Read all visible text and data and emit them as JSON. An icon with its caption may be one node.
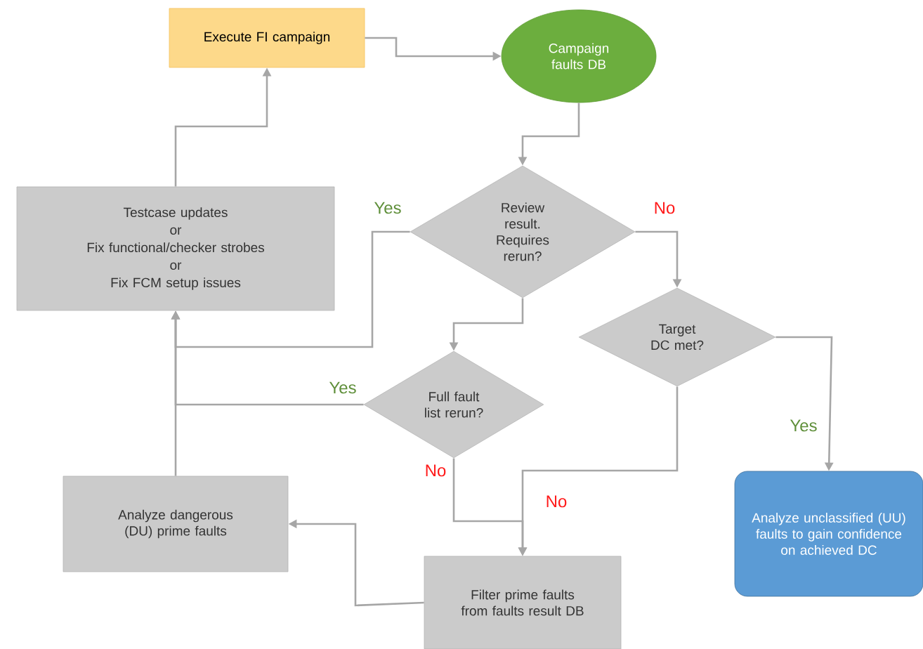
{
  "diagram": {
    "nodes": [
      {
        "text": [
          "Execute FI campaign"
        ]
      },
      {
        "text": [
          "Campaign faults DB"
        ]
      },
      {
        "text": [
          "Testcase updates",
          "or",
          "Fix functional/checker strobes",
          "or",
          "Fix FCM setup issues"
        ]
      },
      {
        "text": [
          "Review result. Requires rerun?"
        ]
      },
      {
        "text": [
          "Target DC met?"
        ]
      },
      {
        "text": [
          "Full fault list rerun?"
        ]
      },
      {
        "text": [
          "Analyze dangerous (DU) prime faults"
        ]
      },
      {
        "text": [
          "Filter prime faults from faults result DB"
        ]
      },
      {
        "text": [
          "Analyze unclassified (UU) faults to gain confidence on achieved DC"
        ]
      }
    ],
    "edges": [
      {
        "from": 0,
        "to": 1,
        "arrow": "to"
      },
      {
        "from": 1,
        "to": 3,
        "arrow": "to"
      },
      {
        "from": 3,
        "to": 2,
        "arrow": "to",
        "label": "Yes"
      },
      {
        "from": 2,
        "to": 0,
        "arrow": "to"
      },
      {
        "from": 3,
        "to": 4,
        "arrow": "to",
        "label": "No"
      },
      {
        "from": 3,
        "to": 5,
        "arrow": "to"
      },
      {
        "from": 5,
        "to": 2,
        "arrow": "to",
        "label": "Yes"
      },
      {
        "from": 6,
        "to": 2,
        "arrow": "to"
      },
      {
        "from": 5,
        "to": 7,
        "arrow": "to",
        "label": "No"
      },
      {
        "from": 4,
        "to": 7,
        "arrow": "to",
        "label": "No"
      },
      {
        "from": 4,
        "to": 8,
        "arrow": "to",
        "label": "Yes"
      },
      {
        "from": 7,
        "to": 6,
        "arrow": "to"
      }
    ]
  }
}
